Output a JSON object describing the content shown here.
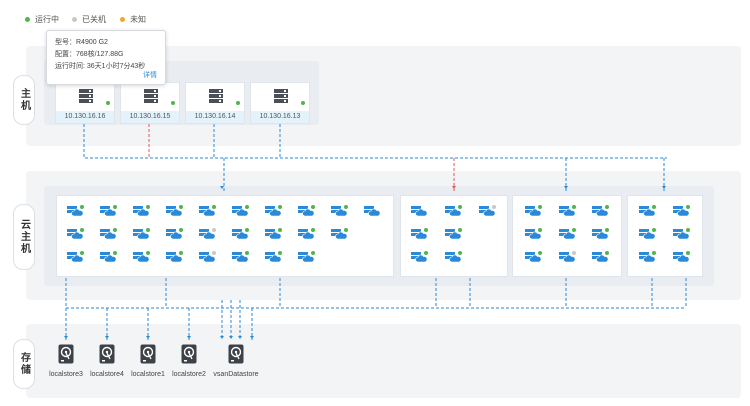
{
  "legend": [
    {
      "label": "运行中",
      "color": "#52b54b"
    },
    {
      "label": "已关机",
      "color": "#c8c8c8"
    },
    {
      "label": "未知",
      "color": "#f0a732"
    }
  ],
  "sections": {
    "host": "主机",
    "vm": "云主机",
    "storage": "存储"
  },
  "tooltip": {
    "model": "型号：R4900 G2",
    "config": "配置：768核/127.88G",
    "uptime": "运行时间: 36天1小时7分43秒",
    "details": "详情"
  },
  "hosts": [
    {
      "ip": "10.130.16.16",
      "status": "running"
    },
    {
      "ip": "10.130.16.15",
      "status": "running"
    },
    {
      "ip": "10.130.16.14",
      "status": "running"
    },
    {
      "ip": "10.130.16.13",
      "status": "running"
    }
  ],
  "storage": [
    {
      "name": "localstore3"
    },
    {
      "name": "localstore4"
    },
    {
      "name": "localstore1"
    },
    {
      "name": "localstore2"
    },
    {
      "name": "vsanDatastore"
    }
  ],
  "colors": {
    "running": "#52b54b",
    "stopped": "#c8c8c8",
    "unknown": "#f0a732",
    "link": "#2a8ad8",
    "link_alert": "#e0595c"
  }
}
